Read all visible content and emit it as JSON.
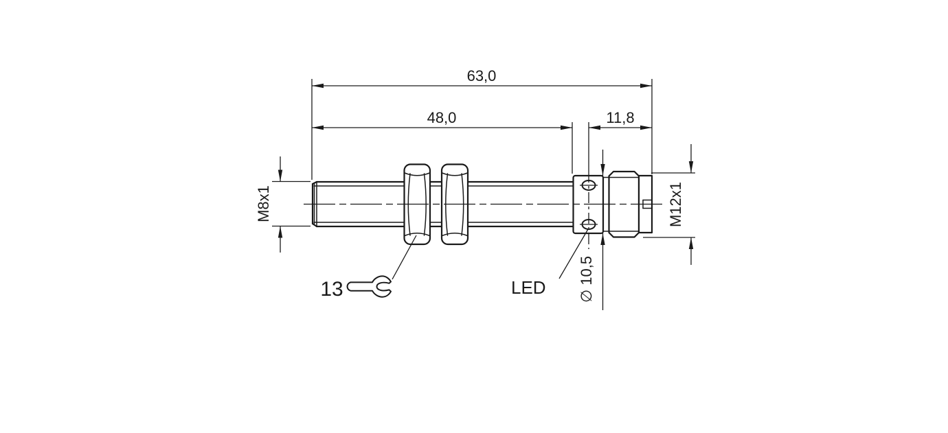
{
  "drawing": {
    "background_color": "#ffffff",
    "line_color": "#1a1a1a",
    "labels": {
      "total_length": "63,0",
      "thread_length": "48,0",
      "connector_length": "11,8",
      "barrel_thread": "M8x1",
      "connector_thread": "M12x1",
      "housing_diameter": "∅ 10,5",
      "led": "LED",
      "wrench_size": "13"
    },
    "symbols": {
      "wrench": "open-end-wrench-icon",
      "led_indicator": "led-window-ellipse"
    }
  }
}
